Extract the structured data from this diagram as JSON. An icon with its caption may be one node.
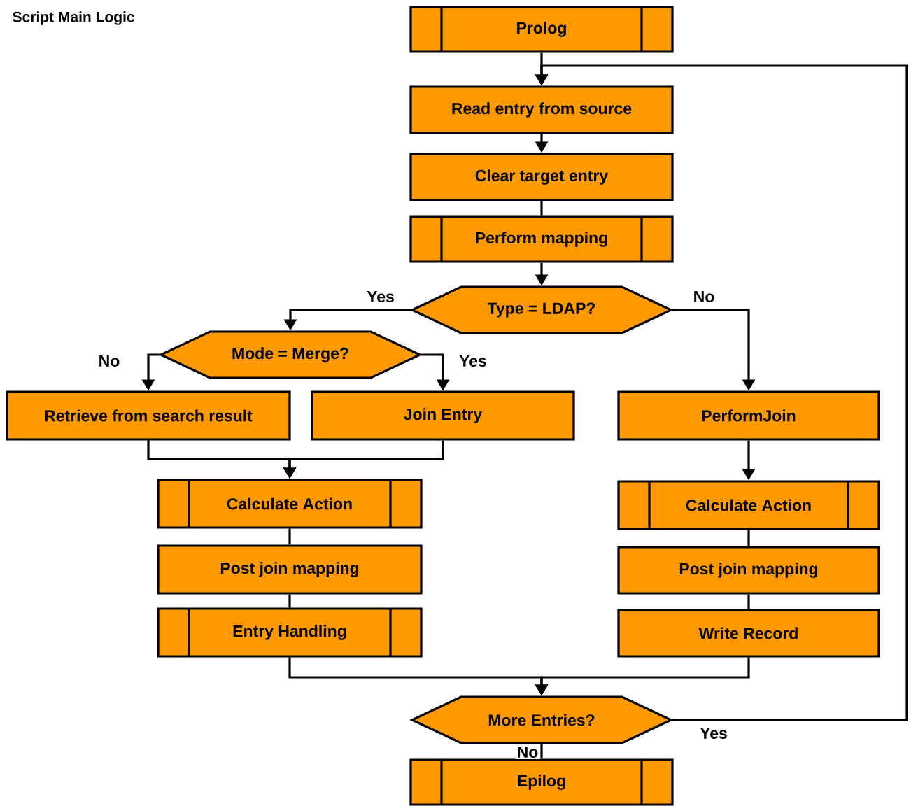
{
  "diagram": {
    "title": "Script Main Logic",
    "nodes": [
      {
        "text": [
          "Prolog"
        ]
      },
      {
        "text": [
          "Read entry from source"
        ]
      },
      {
        "text": [
          "Clear target entry"
        ]
      },
      {
        "text": [
          "Perform mapping"
        ]
      },
      {
        "text": [
          "Type = LDAP?"
        ]
      },
      {
        "text": [
          "Mode = Merge?"
        ]
      },
      {
        "text": [
          "Retrieve from search result"
        ]
      },
      {
        "text": [
          "Join Entry"
        ]
      },
      {
        "text": [
          "PerformJoin"
        ]
      },
      {
        "text": [
          "Calculate Action"
        ]
      },
      {
        "text": [
          "Post join mapping"
        ]
      },
      {
        "text": [
          "Entry Handling"
        ]
      },
      {
        "text": [
          "Calculate Action"
        ]
      },
      {
        "text": [
          "Post join mapping"
        ]
      },
      {
        "text": [
          "Write Record"
        ]
      },
      {
        "text": [
          "More Entries?"
        ]
      },
      {
        "text": [
          "Epilog"
        ]
      }
    ],
    "edges": [
      {
        "from": 0,
        "to": 1,
        "arrow": "to"
      },
      {
        "from": 1,
        "to": 2,
        "arrow": "to"
      },
      {
        "from": 2,
        "to": 3,
        "arrow": "none"
      },
      {
        "from": 3,
        "to": 4,
        "arrow": "to"
      },
      {
        "from": 4,
        "to": 5,
        "arrow": "to",
        "label": "Yes"
      },
      {
        "from": 4,
        "to": 8,
        "arrow": "to",
        "label": "No"
      },
      {
        "from": 5,
        "to": 6,
        "arrow": "to",
        "label": "No"
      },
      {
        "from": 5,
        "to": 7,
        "arrow": "to",
        "label": "Yes"
      },
      {
        "from": 6,
        "to": 9,
        "arrow": "to"
      },
      {
        "from": 7,
        "to": 9,
        "arrow": "to"
      },
      {
        "from": 9,
        "to": 10,
        "arrow": "none"
      },
      {
        "from": 10,
        "to": 11,
        "arrow": "none"
      },
      {
        "from": 8,
        "to": 12,
        "arrow": "to"
      },
      {
        "from": 12,
        "to": 13,
        "arrow": "none"
      },
      {
        "from": 13,
        "to": 14,
        "arrow": "none"
      },
      {
        "from": 11,
        "to": 15,
        "arrow": "to"
      },
      {
        "from": 14,
        "to": 15,
        "arrow": "to"
      },
      {
        "from": 15,
        "to": 1,
        "arrow": "to",
        "label": "Yes"
      },
      {
        "from": 15,
        "to": 16,
        "arrow": "none",
        "label": "No"
      }
    ]
  }
}
